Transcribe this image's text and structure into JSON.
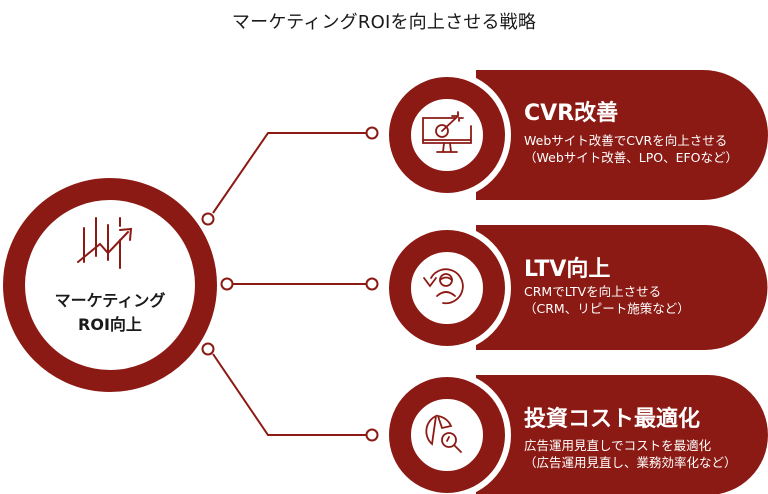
{
  "title": "マーケティングROIを向上させる戦略",
  "colors": {
    "accent": "#8c1a14",
    "background": "#ffffff",
    "text": "#1a1a1a",
    "on_accent": "#ffffff"
  },
  "center": {
    "label_line1": "マーケティング",
    "label_line2": "ROI向上",
    "icon": "growth-chart-icon"
  },
  "items": [
    {
      "title": "CVR改善",
      "desc_line1": "Webサイト改善でCVRを向上させる",
      "desc_line2": "（Webサイト改善、LPO、EFOなど）",
      "icon": "monitor-target-icon"
    },
    {
      "title": "LTV向上",
      "desc_line1": "CRMでLTVを向上させる",
      "desc_line2": "（CRM、リピート施策など）",
      "icon": "customer-cycle-icon"
    },
    {
      "title": "投資コスト最適化",
      "desc_line1": "広告運用見直しでコストを最適化",
      "desc_line2": "（広告運用見直し、業務効率化など）",
      "icon": "pie-magnifier-icon"
    }
  ]
}
